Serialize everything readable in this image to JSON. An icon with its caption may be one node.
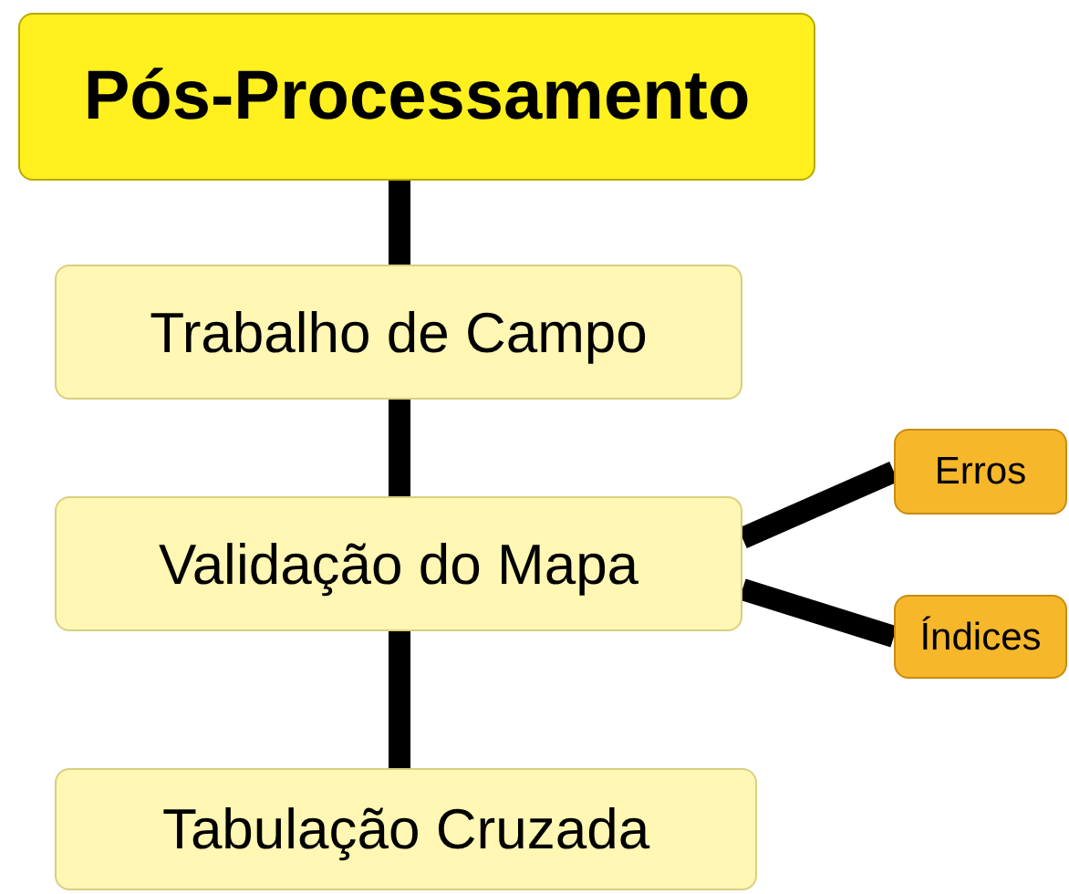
{
  "diagram": {
    "nodes": [
      {
        "text": [
          "Pós-Processamento"
        ]
      },
      {
        "text": [
          "Trabalho de Campo"
        ]
      },
      {
        "text": [
          "Validação do Mapa"
        ]
      },
      {
        "text": [
          "Tabulação Cruzada"
        ]
      },
      {
        "text": [
          "Erros"
        ]
      },
      {
        "text": [
          "Índices"
        ]
      }
    ],
    "edges": [
      {
        "from": 0,
        "to": 1,
        "arrow": "none"
      },
      {
        "from": 1,
        "to": 2,
        "arrow": "none"
      },
      {
        "from": 2,
        "to": 3,
        "arrow": "none"
      },
      {
        "from": 2,
        "to": 4,
        "arrow": "none"
      },
      {
        "from": 2,
        "to": 5,
        "arrow": "none"
      }
    ]
  }
}
